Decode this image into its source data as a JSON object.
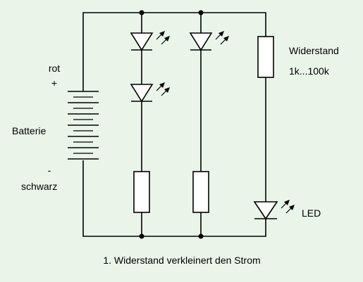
{
  "labels": {
    "battery_plus_color": "rot",
    "battery_plus_sign": "+",
    "battery_name": "Batterie",
    "battery_minus_sign": "-",
    "battery_minus_color": "schwarz",
    "resistor_name": "Widerstand",
    "resistor_range": "1k...100k",
    "led_name": "LED"
  },
  "caption": "1. Widerstand verkleinert den Strom",
  "colors": {
    "background": "#eaf5ea",
    "wire": "#000000",
    "component_fill": "#ffffff"
  }
}
